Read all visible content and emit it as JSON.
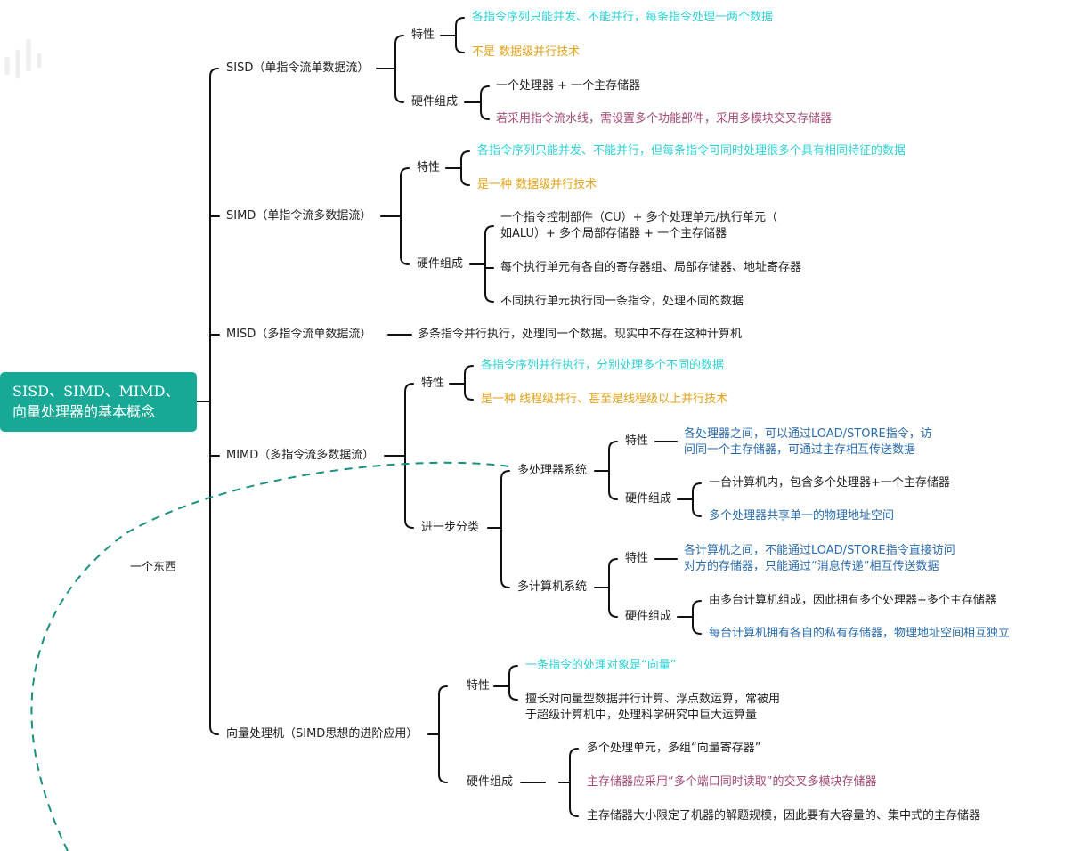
{
  "root": {
    "title_line1": "SISD、SIMD、MIMD、",
    "title_line2": "向量处理器的基本概念"
  },
  "side_note": "一个东西",
  "colors": {
    "root_bg": "#17a896",
    "line": "#111111",
    "dash": "#1a8f7f",
    "cyan": "#2fd0d6",
    "orange": "#e3a21a",
    "purple": "#a24a74",
    "blue": "#2a6cad"
  },
  "sisd": {
    "label": "SISD（单指令流单数据流）",
    "trait_label": "特性",
    "trait1": "各指令序列只能并发、不能并行，每条指令处理一两个数据",
    "trait2": "不是 数据级并行技术",
    "hw_label": "硬件组成",
    "hw1": "一个处理器 + 一个主存储器",
    "hw2": "若采用指令流水线，需设置多个功能部件，采用多模块交叉存储器"
  },
  "simd": {
    "label": "SIMD（单指令流多数据流）",
    "trait_label": "特性",
    "trait1": "各指令序列只能并发、不能并行，但每条指令可同时处理很多个具有相同特征的数据",
    "trait2": "是一种 数据级并行技术",
    "hw_label": "硬件组成",
    "hw1_line1": "一个指令控制部件（CU）+ 多个处理单元/执行单元（",
    "hw1_line2": "如ALU）+ 多个局部存储器 + 一个主存储器",
    "hw2": "每个执行单元有各自的寄存器组、局部存储器、地址寄存器",
    "hw3": "不同执行单元执行同一条指令，处理不同的数据"
  },
  "misd": {
    "label": "MISD（多指令流单数据流）",
    "desc": "多条指令并行执行，处理同一个数据。现实中不存在这种计算机"
  },
  "mimd": {
    "label": "MIMD（多指令流多数据流）",
    "trait_label": "特性",
    "trait1": "各指令序列并行执行，分别处理多个不同的数据",
    "trait2": "是一种 线程级并行、甚至是线程级以上并行技术",
    "further_label": "进一步分类",
    "multiproc": {
      "label": "多处理器系统",
      "trait_label": "特性",
      "trait_line1": "各处理器之间，可以通过LOAD/STORE指令，访",
      "trait_line2": "问同一个主存储器，可通过主存相互传送数据",
      "hw_label": "硬件组成",
      "hw1": "一台计算机内，包含多个处理器+一个主存储器",
      "hw2": "多个处理器共享单一的物理地址空间"
    },
    "multicomp": {
      "label": "多计算机系统",
      "trait_label": "特性",
      "trait_line1": "各计算机之间，不能通过LOAD/STORE指令直接访问",
      "trait_line2": "对方的存储器，只能通过“消息传递”相互传送数据",
      "hw_label": "硬件组成",
      "hw1": "由多台计算机组成，因此拥有多个处理器+多个主存储器",
      "hw2": "每台计算机拥有各自的私有存储器，物理地址空间相互独立"
    }
  },
  "vector": {
    "label": "向量处理机（SIMD思想的进阶应用）",
    "trait_label": "特性",
    "trait1": "一条指令的处理对象是“向量”",
    "trait2_line1": "擅长对向量型数据并行计算、浮点数运算，常被用",
    "trait2_line2": "于超级计算机中，处理科学研究中巨大运算量",
    "hw_label": "硬件组成",
    "hw1": "多个处理单元，多组“向量寄存器”",
    "hw2": "主存储器应采用“多个端口同时读取”的交叉多模块存储器",
    "hw3": "主存储器大小限定了机器的解题规模，因此要有大容量的、集中式的主存储器"
  }
}
